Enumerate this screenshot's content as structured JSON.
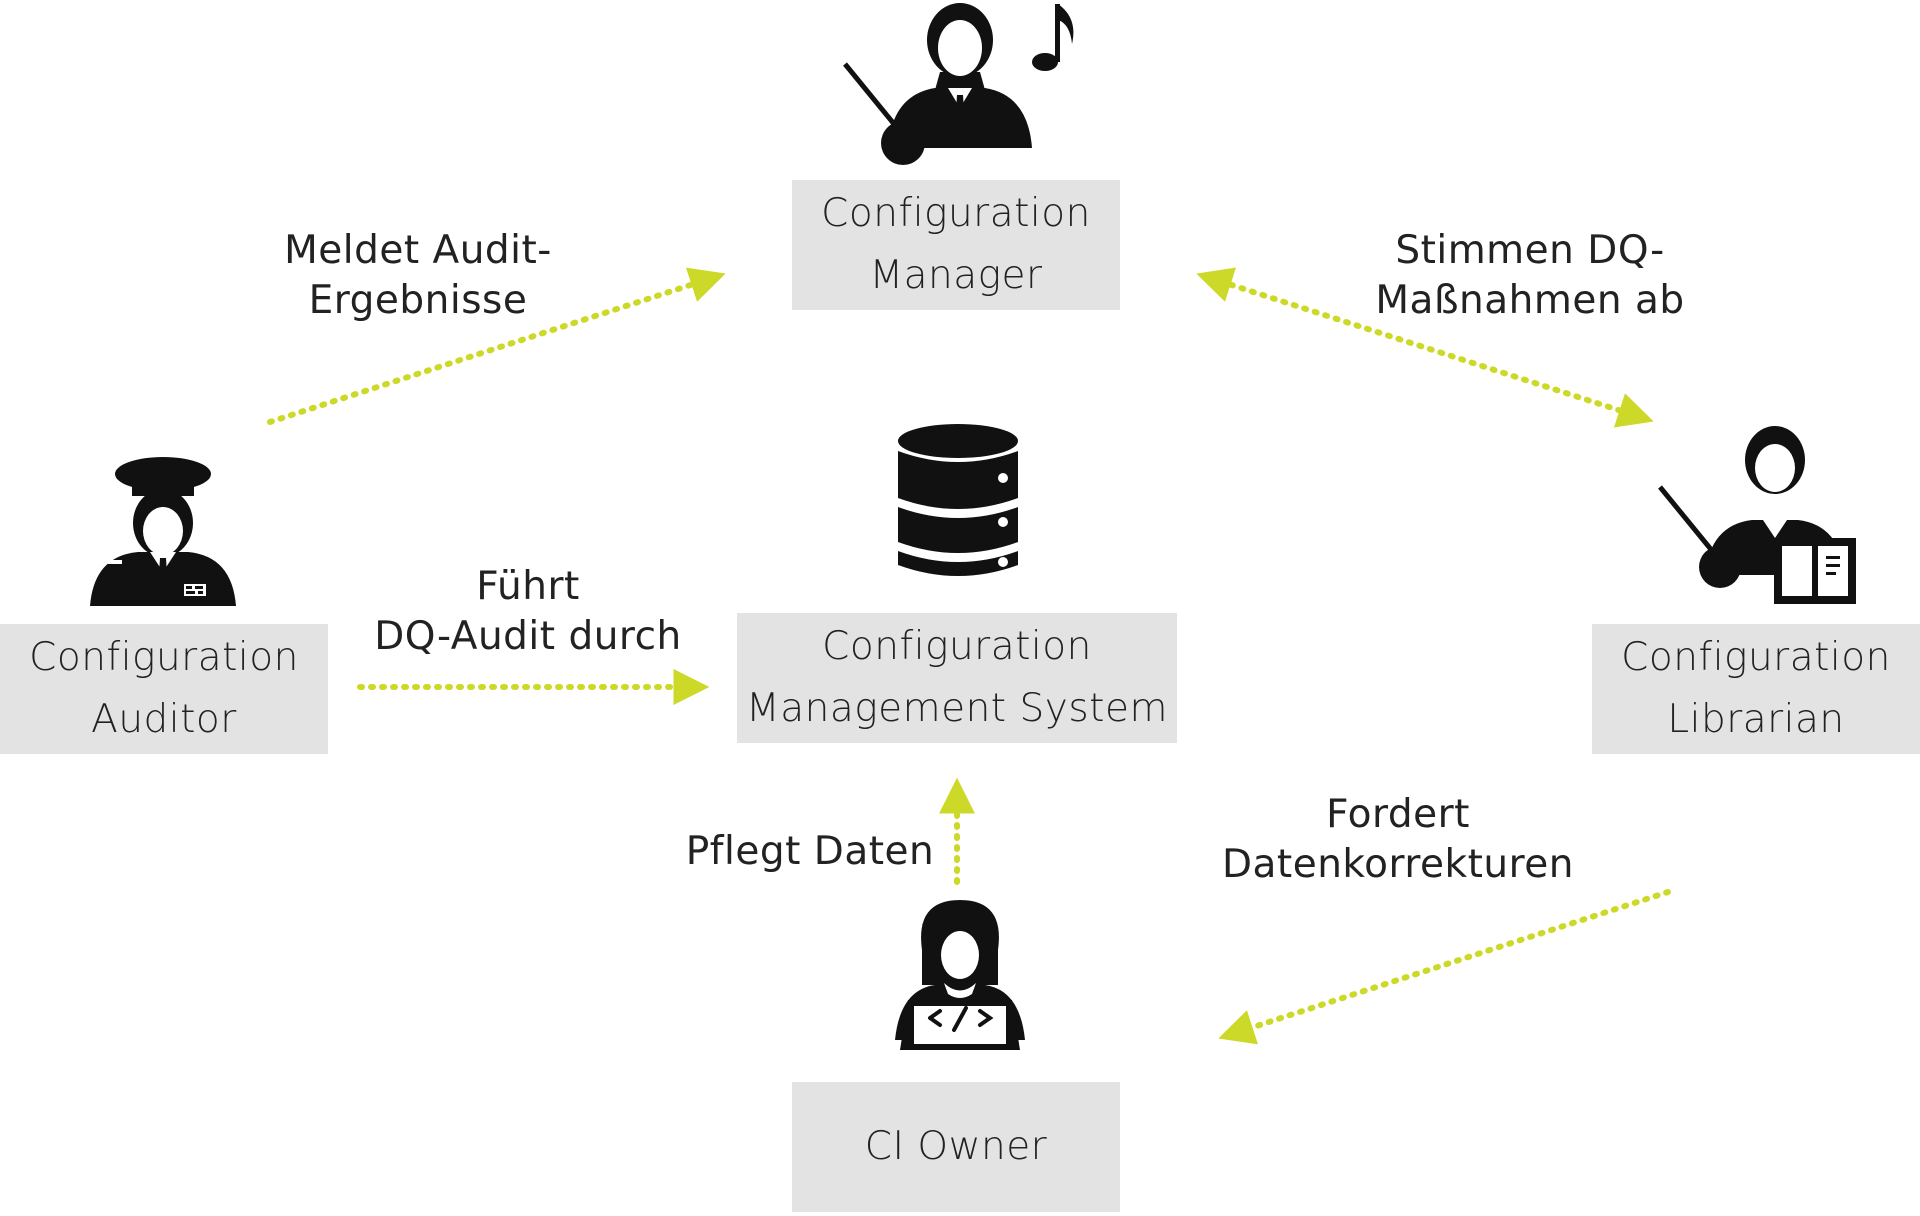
{
  "nodes": {
    "manager": {
      "line1": "Configuration",
      "line2": "Manager"
    },
    "auditor": {
      "line1": "Configuration",
      "line2": "Auditor"
    },
    "cms": {
      "line1": "Configuration",
      "line2": "Management System"
    },
    "librarian": {
      "line1": "Configuration",
      "line2": "Librarian"
    },
    "owner": {
      "line1": "CI Owner"
    }
  },
  "edges": {
    "auditor_to_manager": {
      "line1": "Meldet Audit-",
      "line2": "Ergebnisse"
    },
    "manager_librarian": {
      "line1": "Stimmen DQ-",
      "line2": "Maßnahmen ab"
    },
    "auditor_to_cms": {
      "line1": "Führt",
      "line2": "DQ-Audit durch"
    },
    "owner_to_cms": {
      "line1": "Pflegt Daten"
    },
    "librarian_to_owner": {
      "line1": "Fordert",
      "line2": "Datenkorrekturen"
    }
  },
  "colors": {
    "arrow": "#cdd928",
    "box": "#e3e3e3",
    "icon": "#111111"
  },
  "icons": [
    "conductor-icon",
    "music-note-icon",
    "database-icon",
    "officer-icon",
    "librarian-icon",
    "developer-icon"
  ]
}
